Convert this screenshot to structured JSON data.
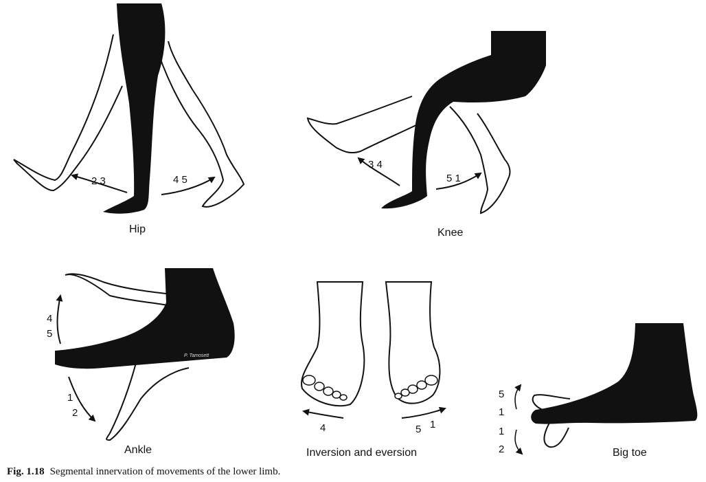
{
  "panels": {
    "hip": {
      "label": "Hip",
      "left_nums": "2 3",
      "right_nums": "4 5"
    },
    "knee": {
      "label": "Knee",
      "left_nums": "3 4",
      "right_nums": "5 1"
    },
    "ankle": {
      "label": "Ankle",
      "up_top": "4",
      "up_bottom": "5",
      "down_top": "1",
      "down_bottom": "2"
    },
    "inversion": {
      "label": "Inversion and eversion",
      "left_num": "4",
      "right_num_a": "5",
      "right_num_b": "1"
    },
    "bigtoe": {
      "label": "Big toe",
      "n1": "5",
      "n2": "1",
      "n3": "1",
      "n4": "2"
    }
  },
  "artist_signature": "P. Tamosett",
  "caption": {
    "fig": "Fig. 1.18",
    "text": "Segmental innervation of movements of the lower limb."
  }
}
